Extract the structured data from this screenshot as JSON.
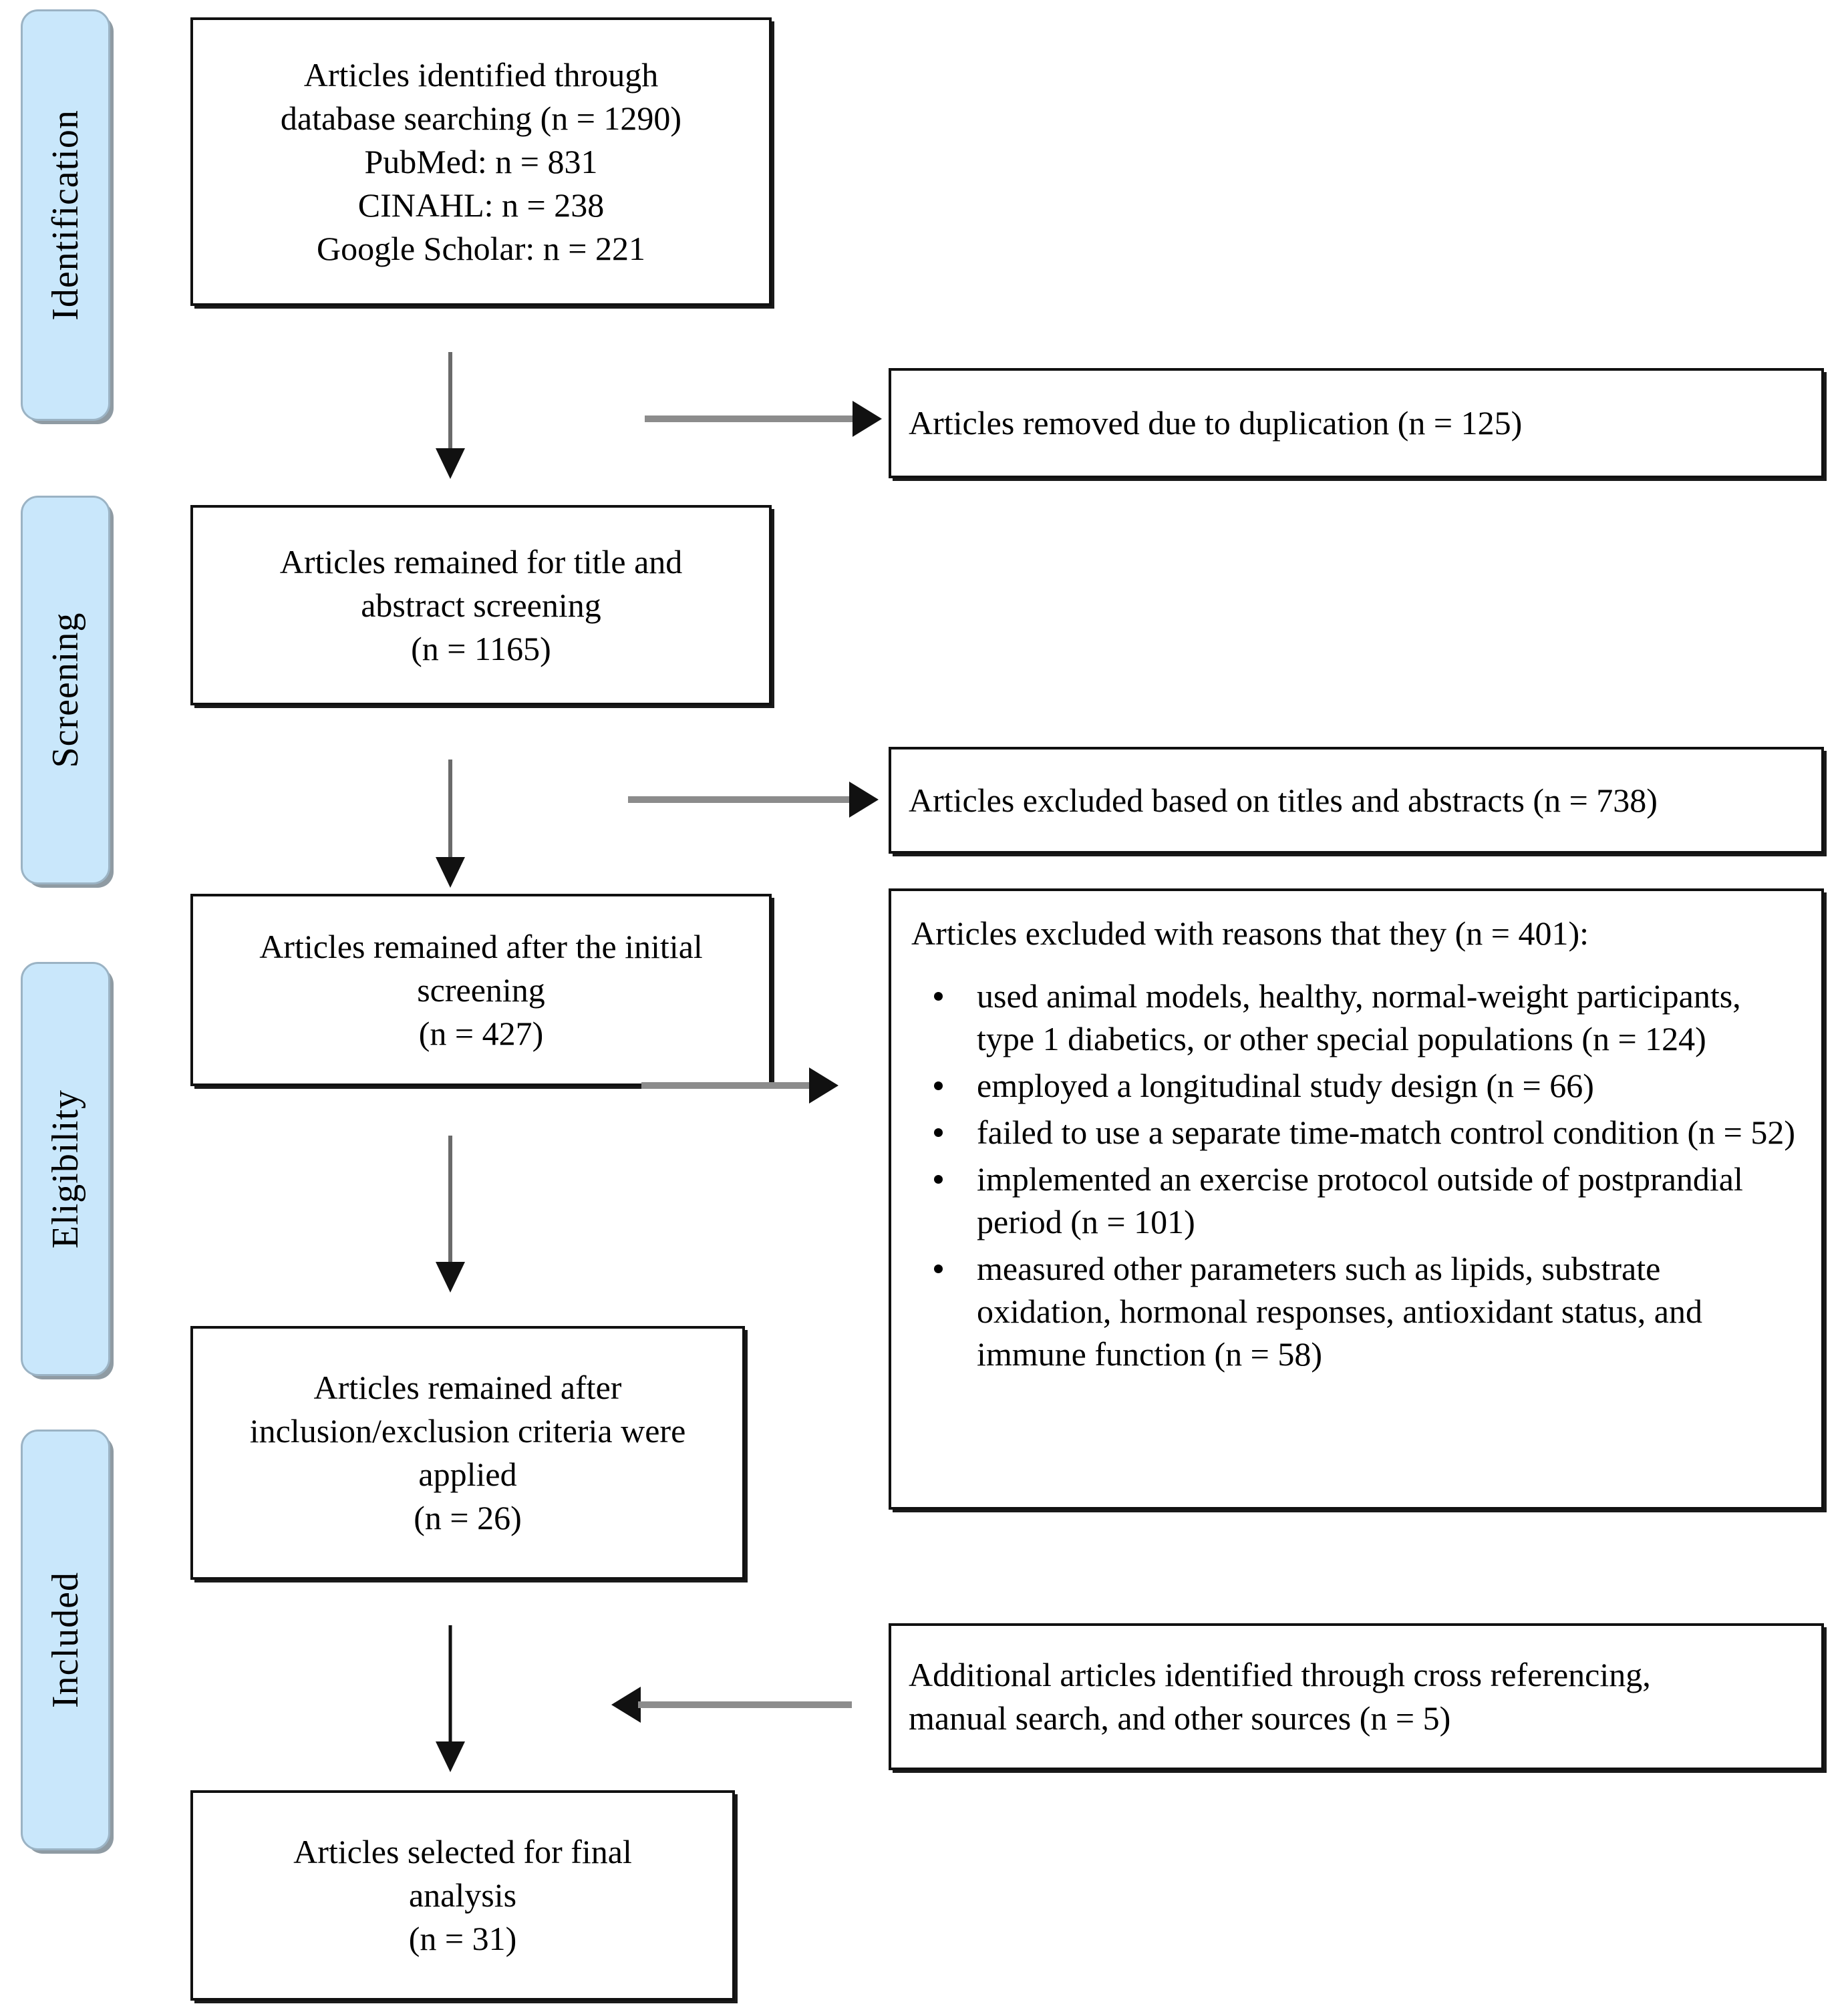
{
  "diagram": {
    "title": "PRISMA study selection flow diagram",
    "accent_pill_fill": "#c9e7fb",
    "accent_pill_border": "#9bb3c4",
    "box_border": "#111111",
    "arrow_shaft": "#8c8c8c",
    "arrow_head": "#111111"
  },
  "stages": [
    {
      "label": "Identification"
    },
    {
      "label": "Screening"
    },
    {
      "label": "Eligibility"
    },
    {
      "label": "Included"
    }
  ],
  "boxes": {
    "identified": {
      "line1": "Articles identified through",
      "line2": "database searching (n = 1290)",
      "line3": "PubMed: n = 831",
      "line4": "CINAHL: n = 238",
      "line5": "Google Scholar: n = 221"
    },
    "duplicates_removed": {
      "line1": "Articles removed due to duplication (n = 125)"
    },
    "title_abstract_screening": {
      "line1": "Articles remained for title and",
      "line2": "abstract screening",
      "line3": "(n = 1165)"
    },
    "excluded_titles_abstracts": {
      "line1": "Articles excluded based on titles and abstracts (n = 738)"
    },
    "after_initial_screening": {
      "line1": "Articles remained after the initial",
      "line2": "screening",
      "line3": "(n = 427)"
    },
    "excluded_with_reasons": {
      "heading": "Articles excluded with reasons that they (n = 401):",
      "items": [
        "used animal models, healthy, normal-weight participants, type 1 diabetics, or other special populations (n = 124)",
        "employed a longitudinal study design (n = 66)",
        "failed to use a separate time-match control condition (n = 52)",
        "implemented an exercise protocol outside of postprandial period (n = 101)",
        "measured other parameters such as lipids, substrate oxidation, hormonal responses, antioxidant status, and immune function (n = 58)"
      ]
    },
    "after_criteria_applied": {
      "line1": "Articles remained after",
      "line2": "inclusion/exclusion criteria were",
      "line3": "applied",
      "line4": "(n = 26)"
    },
    "additional_articles": {
      "line1": "Additional articles identified through cross referencing,",
      "line2": "manual search, and other sources (n = 5)"
    },
    "final_selection": {
      "line1": "Articles selected for final",
      "line2": "analysis",
      "line3": "(n = 31)"
    }
  },
  "arrows": [
    {
      "name": "identified-to-screening",
      "direction": "down"
    },
    {
      "name": "to-duplicates-removed",
      "direction": "right"
    },
    {
      "name": "screening-to-initial",
      "direction": "down"
    },
    {
      "name": "to-excluded-titles-abstracts",
      "direction": "right"
    },
    {
      "name": "to-excluded-with-reasons",
      "direction": "right"
    },
    {
      "name": "initial-to-criteria",
      "direction": "down"
    },
    {
      "name": "criteria-to-final",
      "direction": "down"
    },
    {
      "name": "additional-to-final",
      "direction": "left"
    }
  ]
}
